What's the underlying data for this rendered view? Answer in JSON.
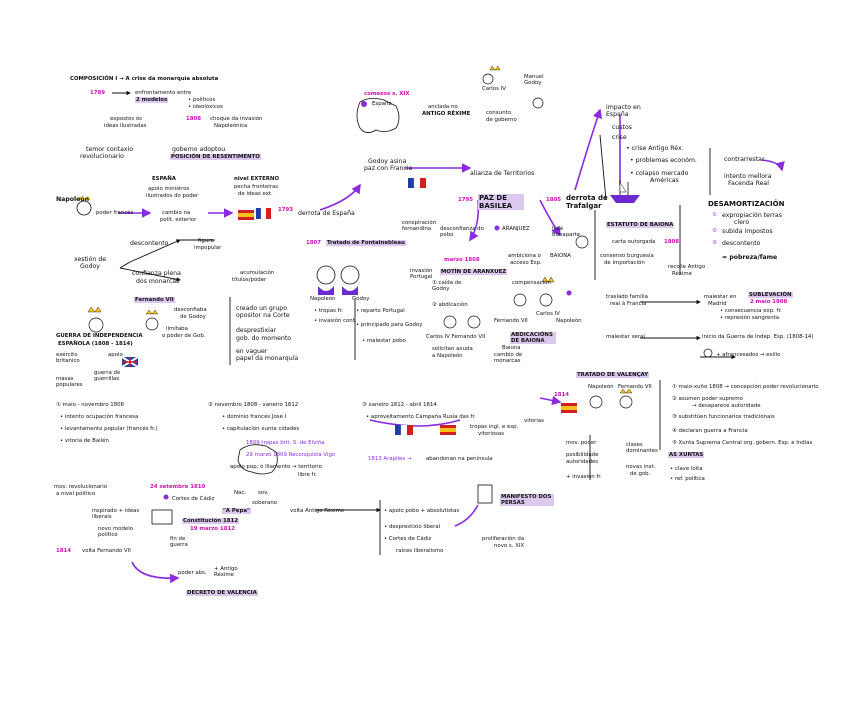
{
  "colors": {
    "purple": "#8a2be2",
    "magenta": "#d10fb1",
    "highlight": "#dcc8ef",
    "red": "#d21f1f",
    "yellow": "#f3c21b",
    "blue": "#1f3fa8"
  },
  "icons": [
    "pin-icon",
    "crown-icon",
    "flag-icon",
    "ship-icon",
    "scroll-icon",
    "face-icon",
    "map-icon"
  ],
  "title": "COMPOSICIÓN I → A crise da monarquía absoluta",
  "left": {
    "y1789": "1789",
    "enfrontamento": "enfrontamento entre",
    "dous_modelos": "2 modelos",
    "politicos": "• políticos",
    "ideoloxicos": "• ideolóxicos",
    "expostos": "expostos ós",
    "ideas_ilustradas": "ideas ilustradas",
    "y1808": "1808",
    "choque": "choque da invasión",
    "napoleonica": "Napoleónica",
    "temor": "temor contaxio",
    "revolucionario": "revolucionario",
    "goberno": "goberno adoptou",
    "posicion": "POSICIÓN DE RESENTIMENTO",
    "espana": "ESPAÑA",
    "apoio_ministros": "apoio ministros",
    "ilustrados": "ilustrados do poder",
    "nivel_externo": "nivel EXTERNO",
    "pecha": "pecha fronteiras",
    "de_ideas": "de ideas ext.",
    "y1793": "1793",
    "napoleon": "Napoleón",
    "poder_frances": "poder francés",
    "cambio": "cambio na",
    "polit_exterior": "polít. exterior",
    "derrota_espana": "derrota de España",
    "xestion": "xestión de",
    "godoy": "Godoy",
    "descontento": "descontento",
    "figura": "figura",
    "impopular": "impopular",
    "confianza": "confianza plena",
    "dos_monarcas": "dos monarcas",
    "acumulacion": "acumulación",
    "titulos": "títulos/poder",
    "fernando": "Fernando VII",
    "desconfiaba": "desconfiaba",
    "de_godoy": "de Godoy",
    "limitaba": "limitaba",
    "o_poder": "o poder de Gob.",
    "creado": "creado un grupo",
    "opositor": "opositor na Corte",
    "desprestixiar": "desprestixiar",
    "gob_momento": "gob. do momento",
    "en_vaguer": "en vaguer",
    "papel_monarquia": "papel da monarquía",
    "guerra": "GUERRA DE INDEPENDENCIA",
    "espanola": "ESPAÑOLA (1808 - 1814)",
    "exercito": "exército britanico",
    "apoio": "apoio",
    "masas": "masas populares",
    "guerra_guerrillas": "guerra de guerrillas"
  },
  "top": {
    "comezos": "comezos s. XIX",
    "espana_pin": "España",
    "anclada": "anclada no",
    "antigo_rexime": "ANTIGO RÉXIME",
    "carlos": "Carlos IV",
    "manuel_godoy": "Manuel Godoy",
    "conxunto": "conxunto",
    "de_goberno": "de goberno",
    "godoy_asina": "Godoy asina",
    "paz_francia": "paz con Francia",
    "alianza": "alianza de Territorios",
    "y1795": "1795",
    "paz_basilea": "PAZ DE BASILEA",
    "y1805": "1805",
    "derrota_trafalgar": "derrota de Trafalgar"
  },
  "right": {
    "impacto": "impacto en España",
    "custos": "custos",
    "crise": "crise",
    "crise_antigo": "• crise Antigo Réx.",
    "problemas": "• problemas económ.",
    "colapso": "• colapso mercado",
    "americas": "Américas",
    "contrarrestar": "contrarrestar",
    "intento": "intento mellora",
    "facenda": "Facenda Real",
    "desamortizacion": "DESAMORTIZACIÓN",
    "d1": "expropiación terras",
    "d1b": "clero",
    "d2": "subida impostos",
    "d3": "descontento",
    "d4": "= pobreza/fame",
    "estatuto": "ESTATUTO DE BAIONA",
    "carta": "carta outorgada",
    "y1808b": "1808",
    "consenso": "consenso burguesía",
    "de_importacion": "de importación",
    "recolle": "recolle Antigo",
    "rexime": "Réxime",
    "traslado": "traslado familia",
    "real_francia": "real á Francia",
    "maiestar": "maiestar en",
    "madrid": "Madrid",
    "sublevacion": "SUBLEVACIÓN",
    "dous_maio": "2 maio 1808",
    "consecuencia": "• consecuencia exp. fr.",
    "represion": "• represión sangrenta",
    "maiestar_xeral": "maiestar xeral",
    "inicio": "inicio da Guerra de Indep. Esp. (1808-14)",
    "afrancesados": "+ afrancesados → exilio"
  },
  "center": {
    "y1807": "1807",
    "fontainebleau": "Tratado de Fontainebleau",
    "conspiracion": "conspiración fernandina",
    "desconfianza": "desconfianza do pobo",
    "aranjuez": "ARANJUEZ",
    "invasion": "invasión Portugal",
    "motin": "MOTÍN DE ARANXUEZ",
    "marzo": "marzo 1808",
    "caida": "① caída de Godoy",
    "abdicacion": "② abdicación",
    "carlos_fernando": "Carlos IV  Fernando VII",
    "napoleon_b": "Napoleón",
    "godoy_b": "Godoy",
    "tropas": "• tropas fr.",
    "reparto": "• reparto Portugal",
    "invasion_cont": "• invasión cont.",
    "principado": "• principado para Godoy",
    "malestar": "• malestar pobo",
    "jose": "José Bonaparte",
    "ambiciona": "ambiciona o",
    "acceso": "acceso Esp.",
    "baiona": "BAIONA",
    "compensacion": "compensación",
    "fernando_vii": "Fernando VII",
    "carlos_iv": "Carlos IV",
    "napoleon_c": "Napoleón",
    "abdicaciones": "ABDICACIÓNS DE BAIONA",
    "solicitan": "solicitan axuda",
    "a_napoleon": "a Napoleón",
    "cambio_de": "cambio de monarcas",
    "baiona_b": "Baiona"
  },
  "phases": {
    "f1_title": "① maio - novembro 1808",
    "f1_a": "• intento ocupación francesa",
    "f1_b": "• levantamento popular (francés fr.)",
    "f1_c": "• vitoria de Bailén",
    "f2_title": "② novembro 1808 - xaneiro 1812",
    "f2_a": "• dominio francés José I",
    "f2_b": "• capitulación xunta cidades",
    "f2_c": "1809 tropas brit. S. de Elviña",
    "f2_d": "29 marzo 1809 Reconquista Vigo",
    "f2_e": "apoio pop. ó lllamento → territorio",
    "f2_f": "libre fr.",
    "f3_title": "③ xaneiro 1812 - abril 1814",
    "f3_a": "• aproveitamento Campaña Rusia das fr.",
    "f3_b": "tropas ingl. e esp.",
    "f3_c": "vitoriosas",
    "f3_d": "1813 Arapiles →",
    "f3_e": "abandonan na península",
    "y1814": "1814",
    "vitorias": "vitorias"
  },
  "bottom": {
    "mov": "mov. revolucionario",
    "nivel": "a nivel político",
    "sept": "24 setembro 1810",
    "cortes": "Cortes de Cádiz",
    "nacional": "Nac.",
    "sov": "sov.",
    "soberano": "soberano",
    "pepa": "\"A Pepa\"",
    "constitucion": "Constitución 1812",
    "marzo1812": "19 marzo 1812",
    "ideas_liberais": "inspirado + ideas liberais",
    "novo_modelo": "novo modelo político",
    "y1814b": "1814",
    "volta": "volta Fernando VII",
    "fin_guerra": "fin de guerra",
    "poder_abs": "poder abs.",
    "antigo_b": "+ Antigo Réxime",
    "decreto": "DECRETO DE VALENCIA",
    "volta_antigo": "volta Antigo Réxime",
    "apoio_pobo": "• apoio pobo + absolutistas",
    "manifesto": "MANIFESTO DOS PERSAS",
    "despr": "• desprestixio liberal",
    "cortes_b": "• Cortes de Cádiz",
    "raices": "raíces liberalismo",
    "proliferacion": "proliferación da",
    "novo": "novo s. XIX",
    "valencay": "TRATADO DE VALENÇAY",
    "napoleon_d": "Napoleón",
    "fernando_d": "Fernando VII",
    "mov_poder": "mov. poder",
    "posibilidade": "posibilidade",
    "autoridades": "autoridades",
    "invasion_fr": "+ invasión fr.",
    "clases": "clases dominantes",
    "novas": "novas inst.",
    "de_gob": "de gob.",
    "xuntas": "AS XUNTAS",
    "clave": "• clave loita",
    "ref": "• ref. política",
    "r1": "① maio-xuño 1808 → concepción poder revolucionario",
    "r2": "② asumen poder supremo",
    "r2b": "→ desaparece autoridade",
    "r3": "③ substitúen funcionarios tradicionais",
    "r4": "④ declaran guerra a Francia",
    "r5": "⑤ Xunta Suprema Central org. gobern. Esp. e Indias"
  }
}
